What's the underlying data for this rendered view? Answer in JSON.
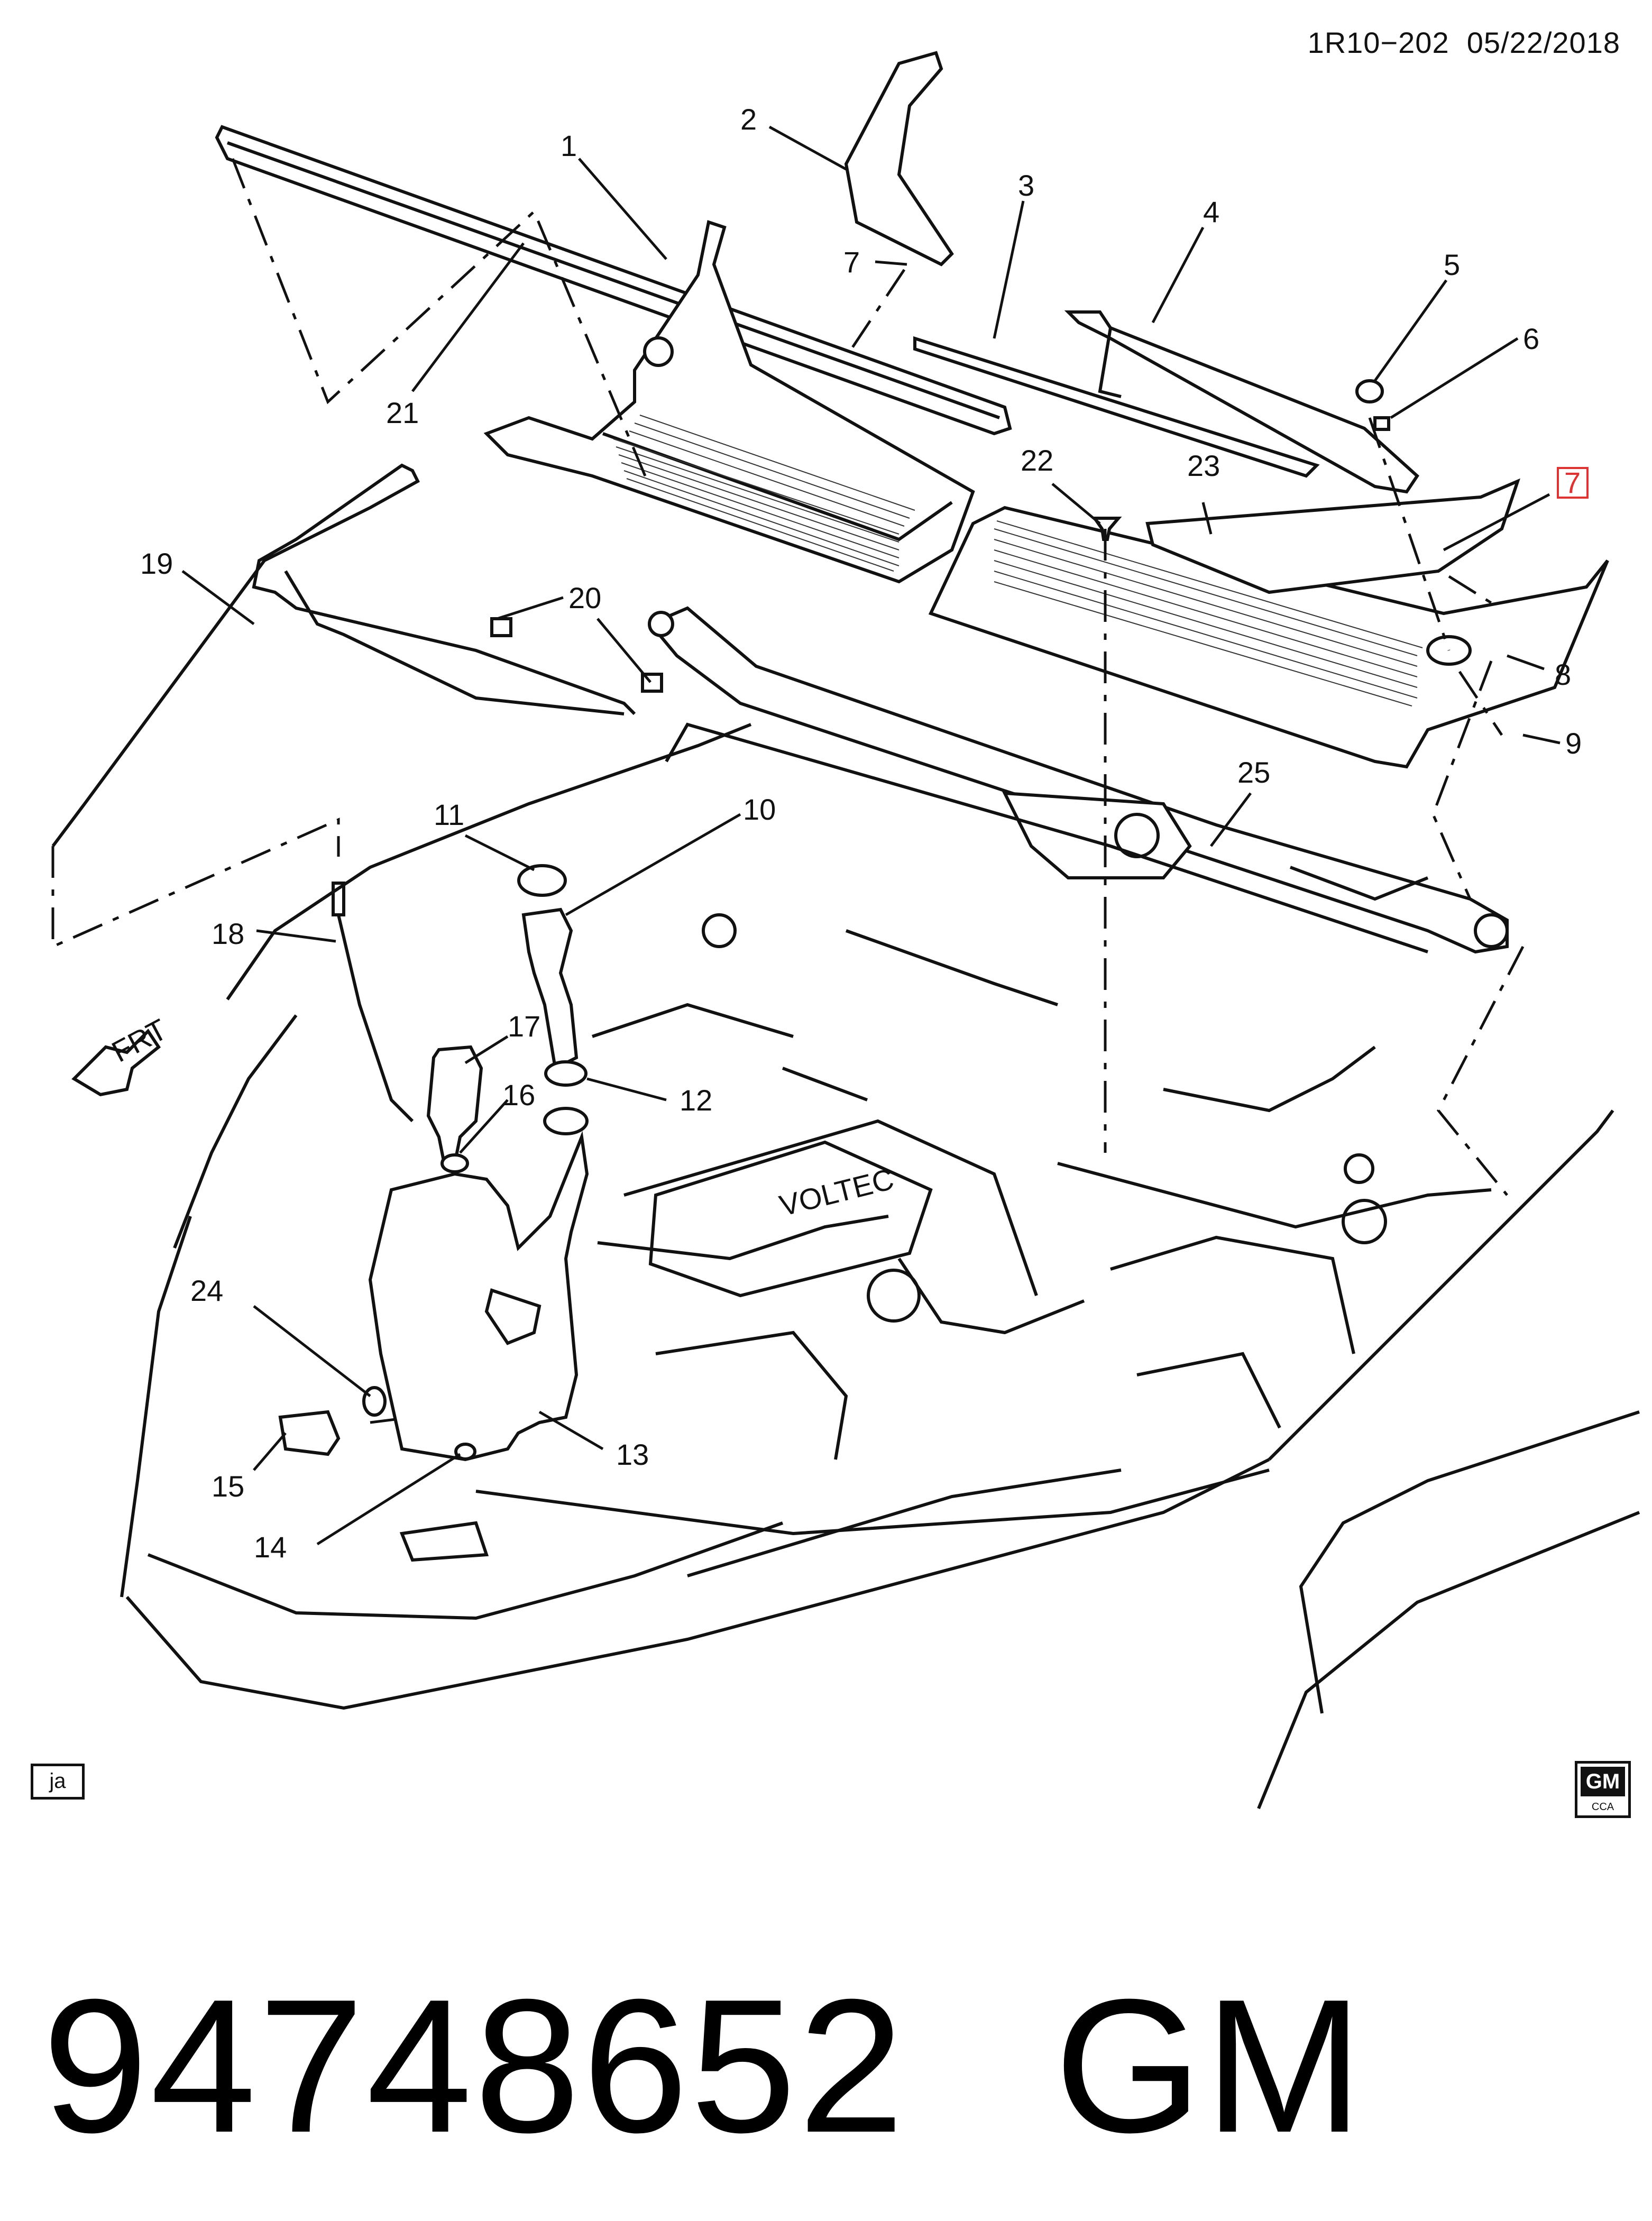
{
  "header": {
    "diagram_code": "1R10−202",
    "date": "05/22/2018"
  },
  "callouts": [
    {
      "id": "c1",
      "label": "1"
    },
    {
      "id": "c2",
      "label": "2"
    },
    {
      "id": "c3",
      "label": "3"
    },
    {
      "id": "c4",
      "label": "4"
    },
    {
      "id": "c5",
      "label": "5"
    },
    {
      "id": "c6",
      "label": "6"
    },
    {
      "id": "c7a",
      "label": "7"
    },
    {
      "id": "c7b",
      "label": "7"
    },
    {
      "id": "c8",
      "label": "8"
    },
    {
      "id": "c9",
      "label": "9"
    },
    {
      "id": "c10",
      "label": "10"
    },
    {
      "id": "c11",
      "label": "11"
    },
    {
      "id": "c12",
      "label": "12"
    },
    {
      "id": "c13",
      "label": "13"
    },
    {
      "id": "c14",
      "label": "14"
    },
    {
      "id": "c15",
      "label": "15"
    },
    {
      "id": "c16",
      "label": "16"
    },
    {
      "id": "c17",
      "label": "17"
    },
    {
      "id": "c18",
      "label": "18"
    },
    {
      "id": "c19",
      "label": "19"
    },
    {
      "id": "c20",
      "label": "20"
    },
    {
      "id": "c21",
      "label": "21"
    },
    {
      "id": "c22",
      "label": "22"
    },
    {
      "id": "c23",
      "label": "23"
    },
    {
      "id": "c24",
      "label": "24"
    },
    {
      "id": "c25",
      "label": "25"
    }
  ],
  "highlighted_callout": "7",
  "front_indicator": "FRT",
  "engine_badge": "VOLTEC",
  "illustrator_tag": "ja",
  "gm_logo": {
    "top": "GM",
    "bottom": "CCA"
  },
  "footer": {
    "part_number": "94748652",
    "brand": "GM"
  }
}
